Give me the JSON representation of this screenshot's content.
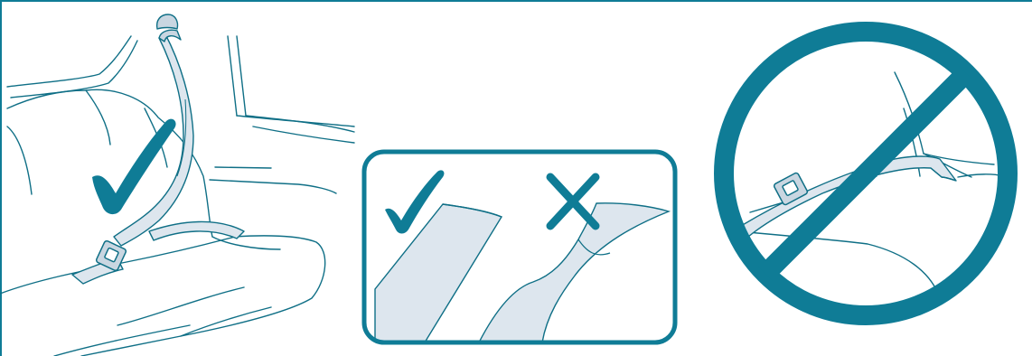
{
  "illustration": {
    "panels": [
      {
        "id": "correct-belt-position",
        "icon": "checkmark-icon"
      },
      {
        "id": "belt-twist-comparison",
        "icons": [
          "checkmark-icon",
          "cross-icon"
        ]
      },
      {
        "id": "incorrect-lap-belt",
        "icon": "prohibited-icon"
      }
    ]
  },
  "colors": {
    "accent": "#0f7c96",
    "line": "#0f6f86",
    "belt_fill": "#dde6ee",
    "belt_fill_dark": "#c9d6e1"
  }
}
